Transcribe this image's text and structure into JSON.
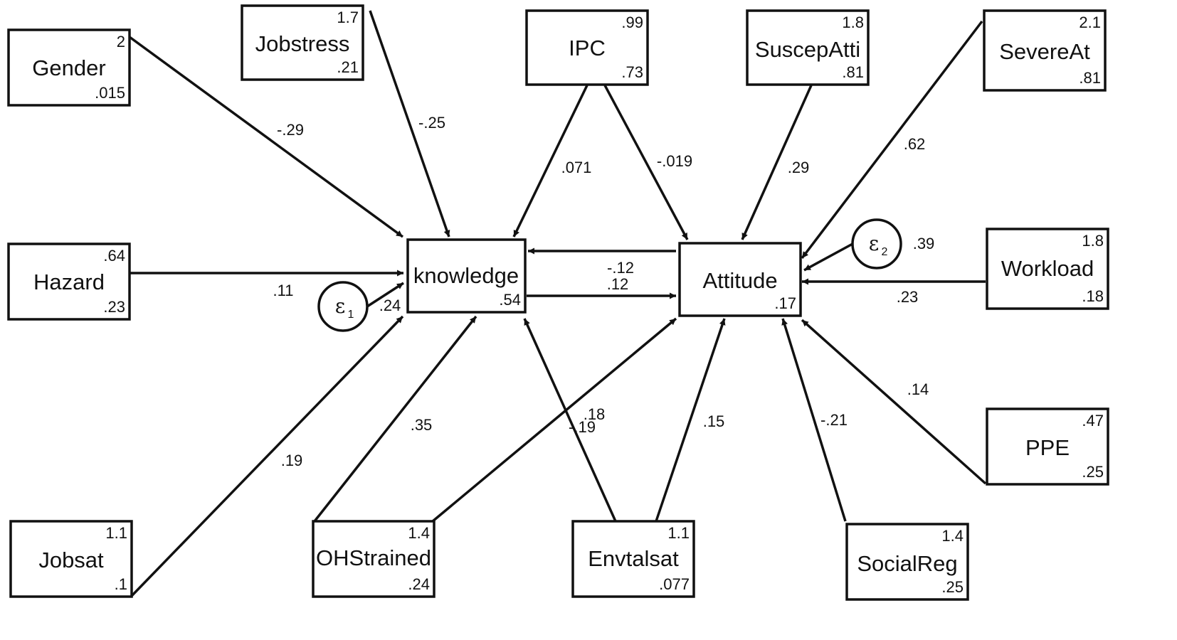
{
  "nodes": [
    {
      "id": "gender",
      "name": "Gender",
      "top": "2",
      "bottom": ".015"
    },
    {
      "id": "jobstress",
      "name": "Jobstress",
      "top": "1.7",
      "bottom": ".21"
    },
    {
      "id": "ipc",
      "name": "IPC",
      "top": ".99",
      "bottom": ".73"
    },
    {
      "id": "suscep",
      "name": "SuscepAtti",
      "top": "1.8",
      "bottom": ".81"
    },
    {
      "id": "severe",
      "name": "SevereAt",
      "top": "2.1",
      "bottom": ".81"
    },
    {
      "id": "hazard",
      "name": "Hazard",
      "top": ".64",
      "bottom": ".23"
    },
    {
      "id": "knowledge",
      "name": "knowledge",
      "top": "",
      "bottom": ".54"
    },
    {
      "id": "attitude",
      "name": "Attitude",
      "top": "",
      "bottom": ".17"
    },
    {
      "id": "workload",
      "name": "Workload",
      "top": "1.8",
      "bottom": ".18"
    },
    {
      "id": "ppe",
      "name": "PPE",
      "top": ".47",
      "bottom": ".25"
    },
    {
      "id": "jobsat",
      "name": "Jobsat",
      "top": "1.1",
      "bottom": ".1"
    },
    {
      "id": "ohstrained",
      "name": "OHStrained",
      "top": "1.4",
      "bottom": ".24"
    },
    {
      "id": "envtalsat",
      "name": "Envtalsat",
      "top": "1.1",
      "bottom": ".077"
    },
    {
      "id": "socialreg",
      "name": "SocialReg",
      "top": "1.4",
      "bottom": ".25"
    }
  ],
  "errors": [
    {
      "id": "e1",
      "symbol": "ε",
      "subscript": "1",
      "value": ".24"
    },
    {
      "id": "e2",
      "symbol": "ε",
      "subscript": "2",
      "value": ".39"
    }
  ],
  "paths": [
    {
      "id": "p_gender_knowledge",
      "from": "Gender",
      "to": "knowledge",
      "coef": "-.29"
    },
    {
      "id": "p_jobstress_knowledge",
      "from": "Jobstress",
      "to": "knowledge",
      "coef": "-.25"
    },
    {
      "id": "p_ipc_knowledge",
      "from": "IPC",
      "to": "knowledge",
      "coef": ".071"
    },
    {
      "id": "p_ipc_attitude",
      "from": "IPC",
      "to": "Attitude",
      "coef": "-.019"
    },
    {
      "id": "p_suscep_attitude",
      "from": "SuscepAtti",
      "to": "Attitude",
      "coef": ".29"
    },
    {
      "id": "p_severe_attitude",
      "from": "SevereAt",
      "to": "Attitude",
      "coef": ".62"
    },
    {
      "id": "p_hazard_knowledge",
      "from": "Hazard",
      "to": "knowledge",
      "coef": ".11"
    },
    {
      "id": "p_attitude_knowledge",
      "from": "Attitude",
      "to": "knowledge",
      "coef": "-.12"
    },
    {
      "id": "p_knowledge_attitude",
      "from": "knowledge",
      "to": "Attitude",
      "coef": ".12"
    },
    {
      "id": "p_workload_attitude",
      "from": "Workload",
      "to": "Attitude",
      "coef": ".23"
    },
    {
      "id": "p_ppe_attitude",
      "from": "PPE",
      "to": "Attitude",
      "coef": ".14"
    },
    {
      "id": "p_jobsat_knowledge",
      "from": "Jobsat",
      "to": "knowledge",
      "coef": ".19"
    },
    {
      "id": "p_ohstrained_knowledge",
      "from": "OHStrained",
      "to": "knowledge",
      "coef": ".35"
    },
    {
      "id": "p_ohstrained_attitude",
      "from": "OHStrained",
      "to": "Attitude",
      "coef": ".18"
    },
    {
      "id": "p_envtalsat_knowledge",
      "from": "Envtalsat",
      "to": "knowledge",
      "coef": "-.19"
    },
    {
      "id": "p_envtalsat_attitude",
      "from": "Envtalsat",
      "to": "Attitude",
      "coef": ".15"
    },
    {
      "id": "p_socialreg_attitude",
      "from": "SocialReg",
      "to": "Attitude",
      "coef": "-.21"
    }
  ]
}
